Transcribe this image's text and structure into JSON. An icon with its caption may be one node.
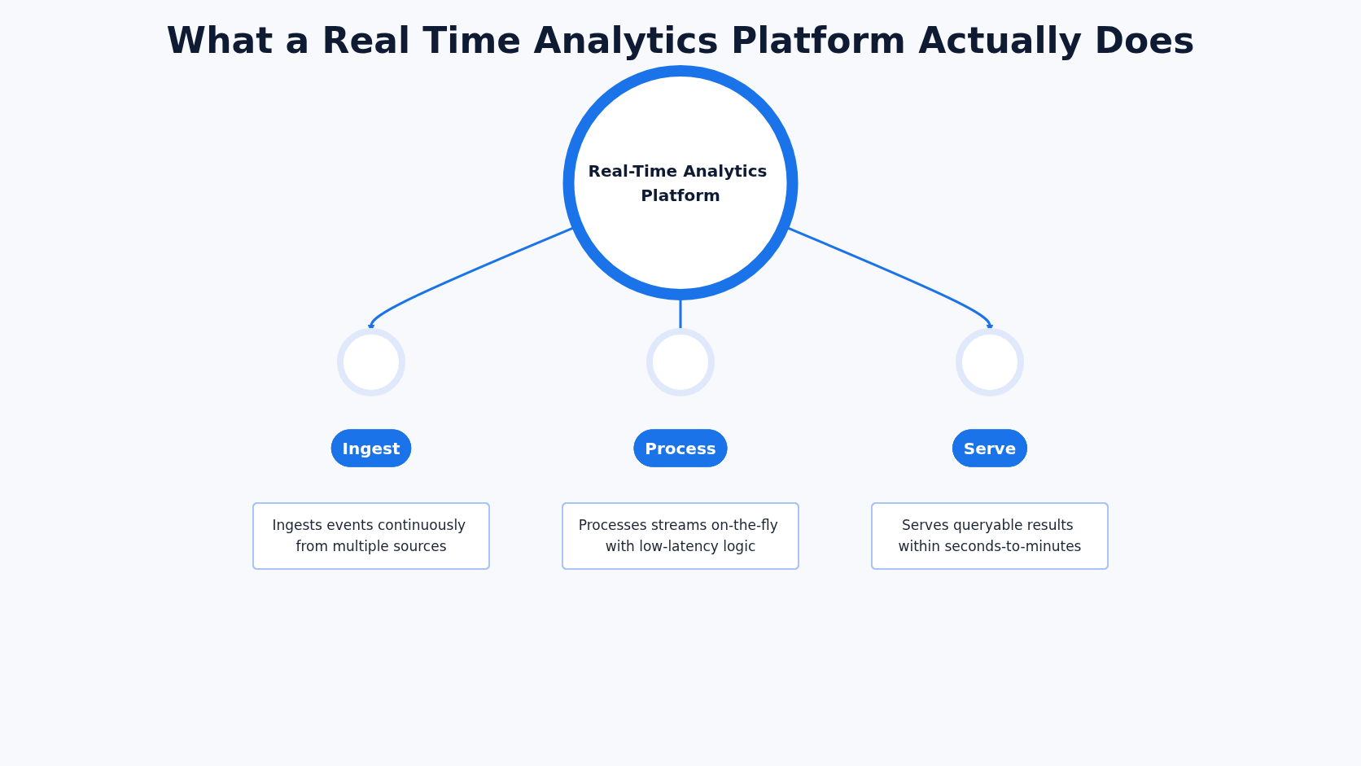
{
  "diagram": {
    "title": "What a Real Time Analytics Platform Actually Does",
    "nodes": [
      {
        "text": [
          "Real-Time Analytics Platform"
        ]
      },
      {
        "text": [],
        "shape": "circle"
      },
      {
        "text": [],
        "shape": "circle"
      },
      {
        "text": [],
        "shape": "circle"
      },
      {
        "text": [
          "Ingest"
        ]
      },
      {
        "text": [
          "Ingests events continuously from multiple sources"
        ]
      },
      {
        "text": [
          "Process"
        ]
      },
      {
        "text": [
          "Processes streams on-the-fly with low-latency logic"
        ]
      },
      {
        "text": [
          "Serve"
        ]
      },
      {
        "text": [
          "Serves queryable results within seconds-to-minutes"
        ]
      }
    ],
    "edges": [
      {
        "from": 0,
        "to": 1,
        "arrow": "to"
      },
      {
        "from": 0,
        "to": 2,
        "arrow": "none"
      },
      {
        "from": 0,
        "to": 3,
        "arrow": "to"
      }
    ]
  }
}
